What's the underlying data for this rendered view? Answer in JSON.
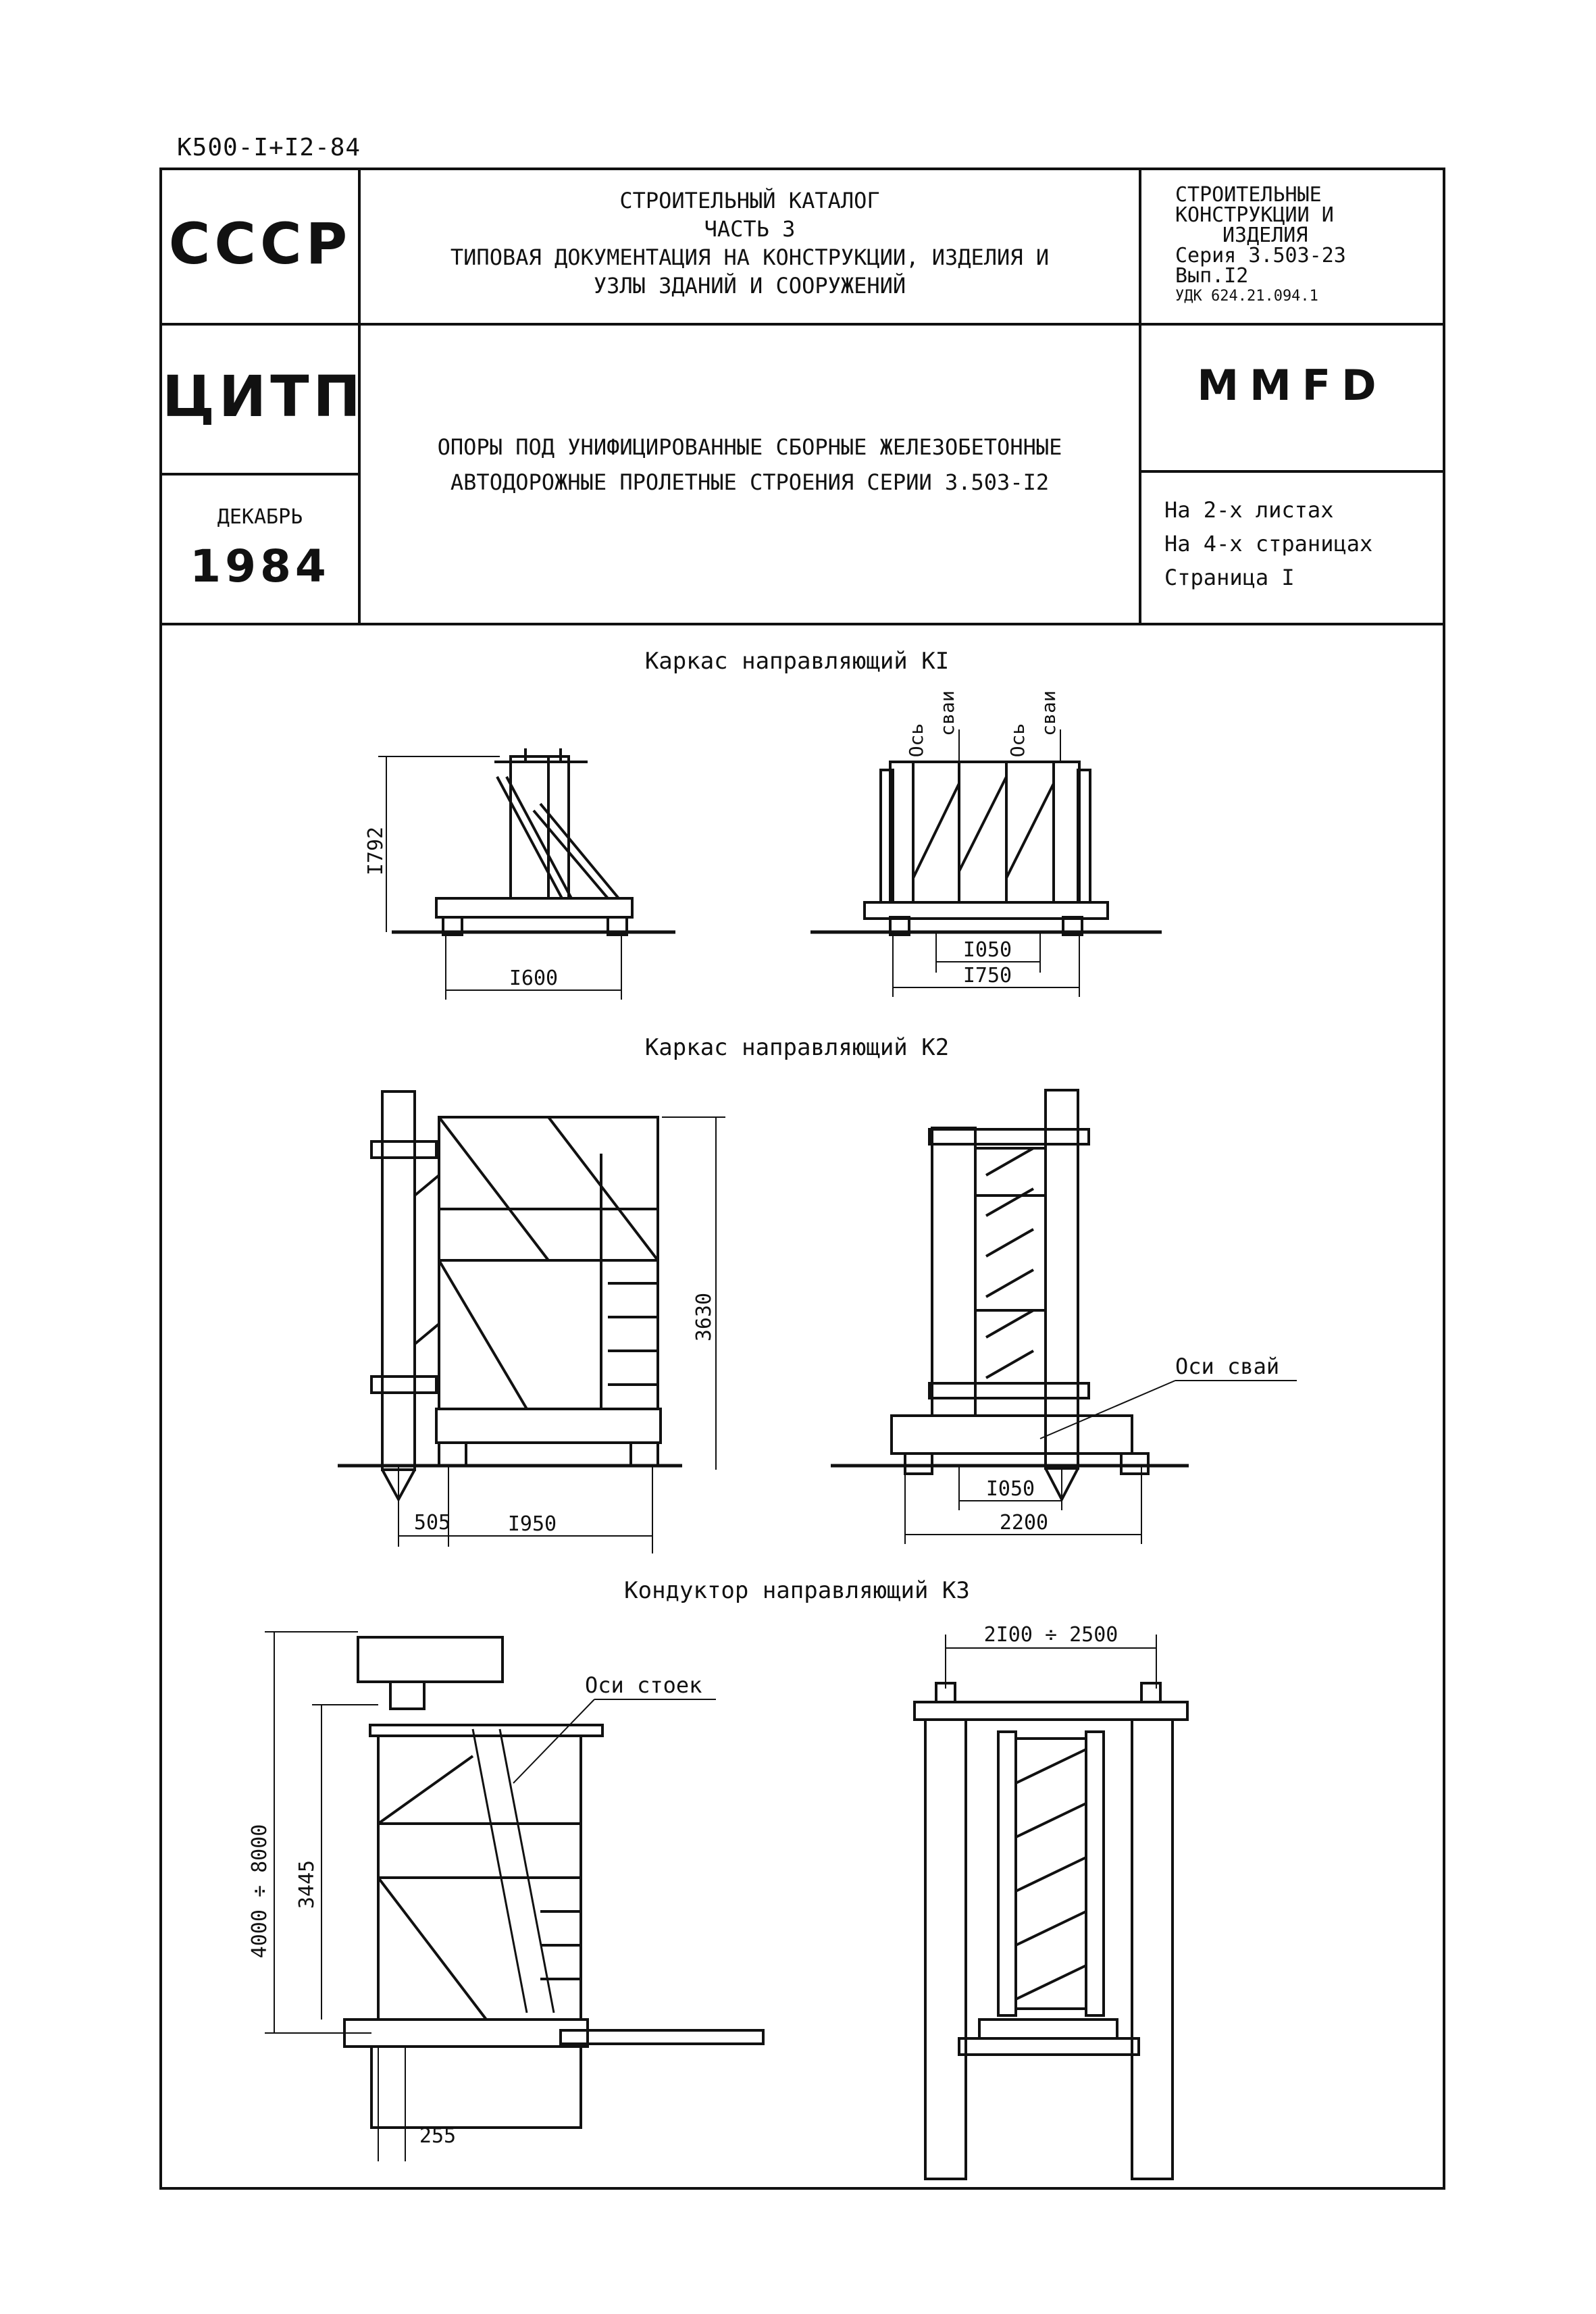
{
  "doc_code": "К500-I+I2-84",
  "header": {
    "country": "СССР",
    "org": "ЦИТП",
    "month": "ДЕКАБРЬ",
    "year": "1984",
    "catalog_lines": [
      "СТРОИТЕЛЬНЫЙ КАТАЛОГ",
      "ЧАСТЬ 3",
      "ТИПОВАЯ ДОКУМЕНТАЦИЯ НА КОНСТРУКЦИИ, ИЗДЕЛИЯ И",
      "УЗЛЫ ЗДАНИЙ И СООРУЖЕНИЙ"
    ],
    "subject_lines": [
      "ОПОРЫ ПОД УНИФИЦИРОВАННЫЕ СБОРНЫЕ ЖЕЛЕЗОБЕТОННЫЕ",
      "АВТОДОРОЖНЫЕ ПРОЛЕТНЫЕ СТРОЕНИЯ СЕРИИ 3.503-I2"
    ],
    "classification_lines": [
      "СТРОИТЕЛЬНЫЕ",
      "КОНСТРУКЦИИ И",
      "ИЗДЕЛИЯ",
      "Серия 3.503-23",
      "Вып.I2"
    ],
    "udk": "УДК 624.21.094.1",
    "code_mark": "MMFD",
    "sheet_info": [
      "На 2-х листах",
      "На 4-х страницах",
      "Страница I"
    ]
  },
  "figures": {
    "k1": {
      "title": "Каркас направляющий КI",
      "dim_height": "I792",
      "dim_width": "I600",
      "axis_label_1": "Ось",
      "axis_label_2": "сваи",
      "dim_inner": "I050",
      "dim_outer": "I750"
    },
    "k2": {
      "title": "Каркас направляющий К2",
      "dim_height": "3630",
      "dim_a": "505",
      "dim_b": "I950",
      "dim_inner": "I050",
      "dim_outer": "2200",
      "leader": "Оси свай"
    },
    "k3": {
      "title": "Кондуктор направляющий К3",
      "dim_total": "4000 ÷ 8000",
      "dim_height": "3445",
      "dim_bottom": "255",
      "leader": "Оси стоек",
      "dim_span": "2I00 ÷ 2500"
    }
  }
}
